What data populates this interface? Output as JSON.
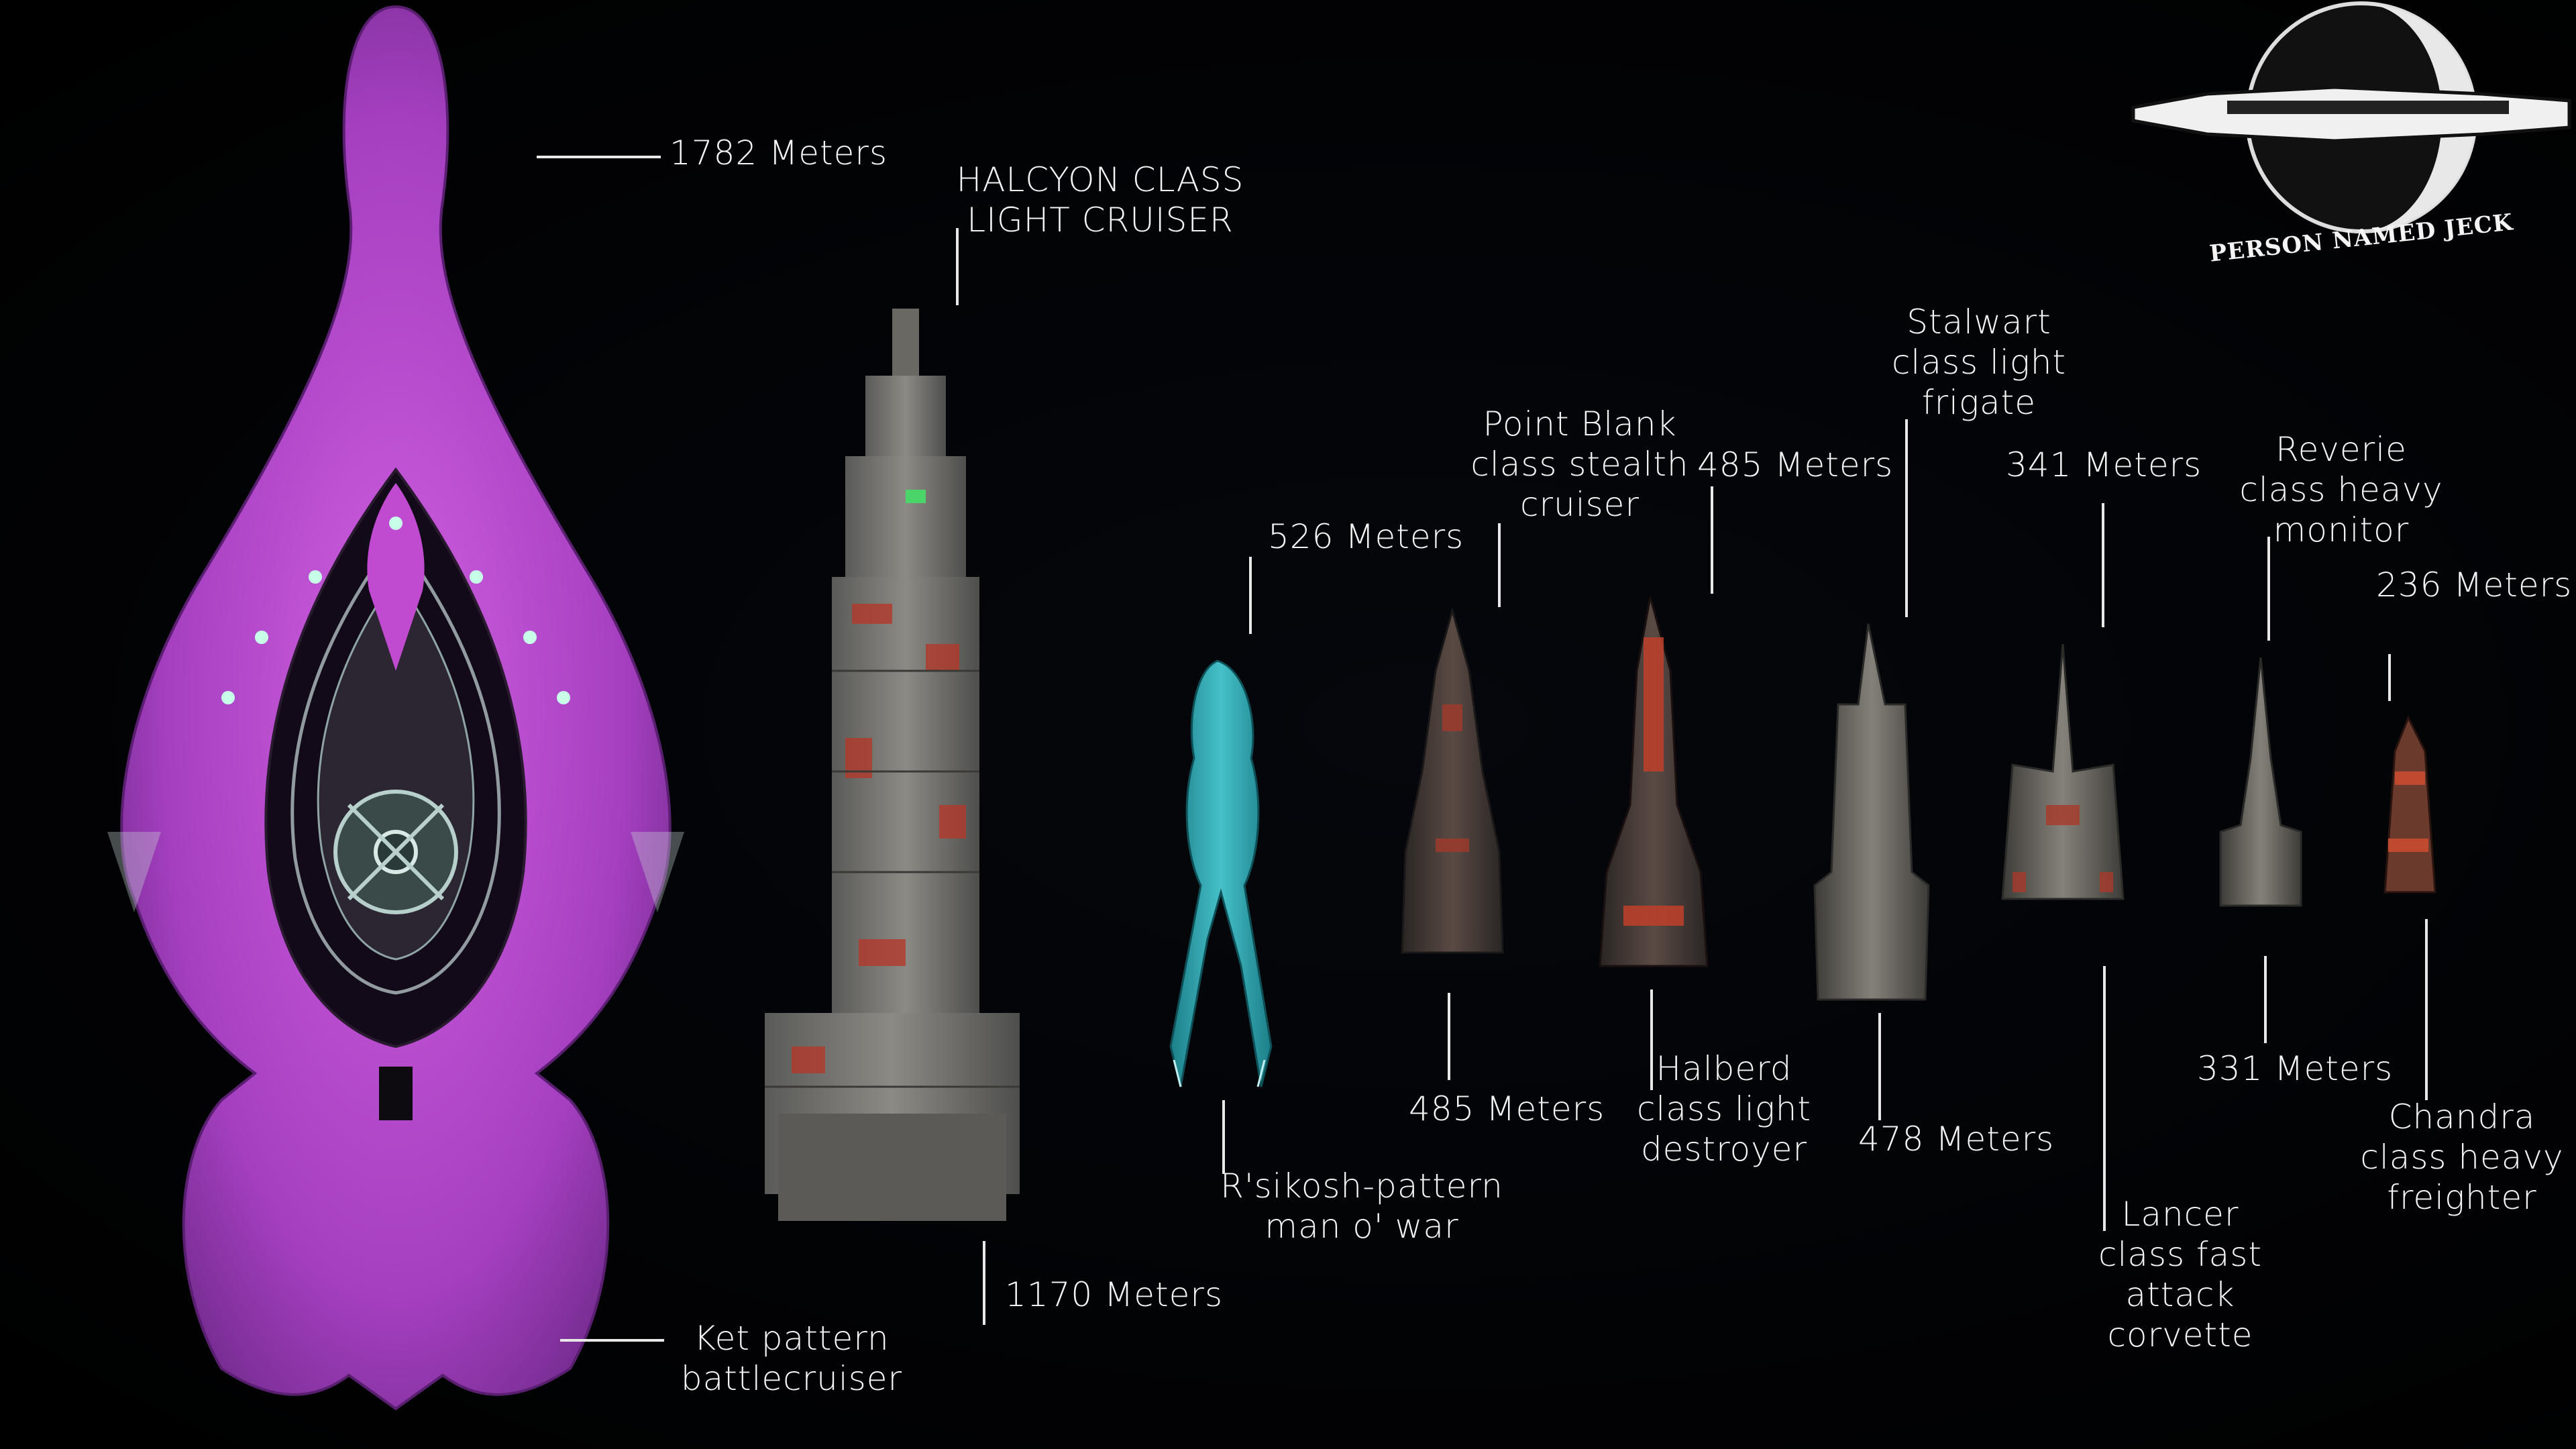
{
  "ships": [
    {
      "id": "ket",
      "name": "Ket pattern\nbattlecruiser",
      "length": "1782 Meters",
      "color": "#b84fcf"
    },
    {
      "id": "halcyon",
      "name": "HALCYON CLASS\nLIGHT CRUISER",
      "length": "1170 Meters",
      "color": "#8a8a86"
    },
    {
      "id": "rsikosh",
      "name": "R'sikosh-pattern\nman o' war",
      "length": "526 Meters",
      "color": "#3ab0b8"
    },
    {
      "id": "pointblank",
      "name": "Point Blank\nclass stealth\ncruiser",
      "length": "485 Meters",
      "color": "#3a3a3a"
    },
    {
      "id": "halberd",
      "name": "Halberd\nclass light\ndestroyer",
      "length": "485 Meters",
      "color": "#4a2a24"
    },
    {
      "id": "stalwart",
      "name": "Stalwart\nclass light\nfrigate",
      "length": "478 Meters",
      "color": "#7d7a72"
    },
    {
      "id": "lancer",
      "name": "Lancer\nclass fast\nattack\ncorvette",
      "length": "341 Meters",
      "color": "#6e6a64"
    },
    {
      "id": "reverie",
      "name": "Reverie\nclass heavy\nmonitor",
      "length": "331 Meters",
      "color": "#9a9a94"
    },
    {
      "id": "chandra",
      "name": "Chandra\nclass heavy\nfreighter",
      "length": "236 Meters",
      "color": "#8a3a2a"
    }
  ],
  "logo": {
    "text": "PERSON NAMED JECK"
  }
}
